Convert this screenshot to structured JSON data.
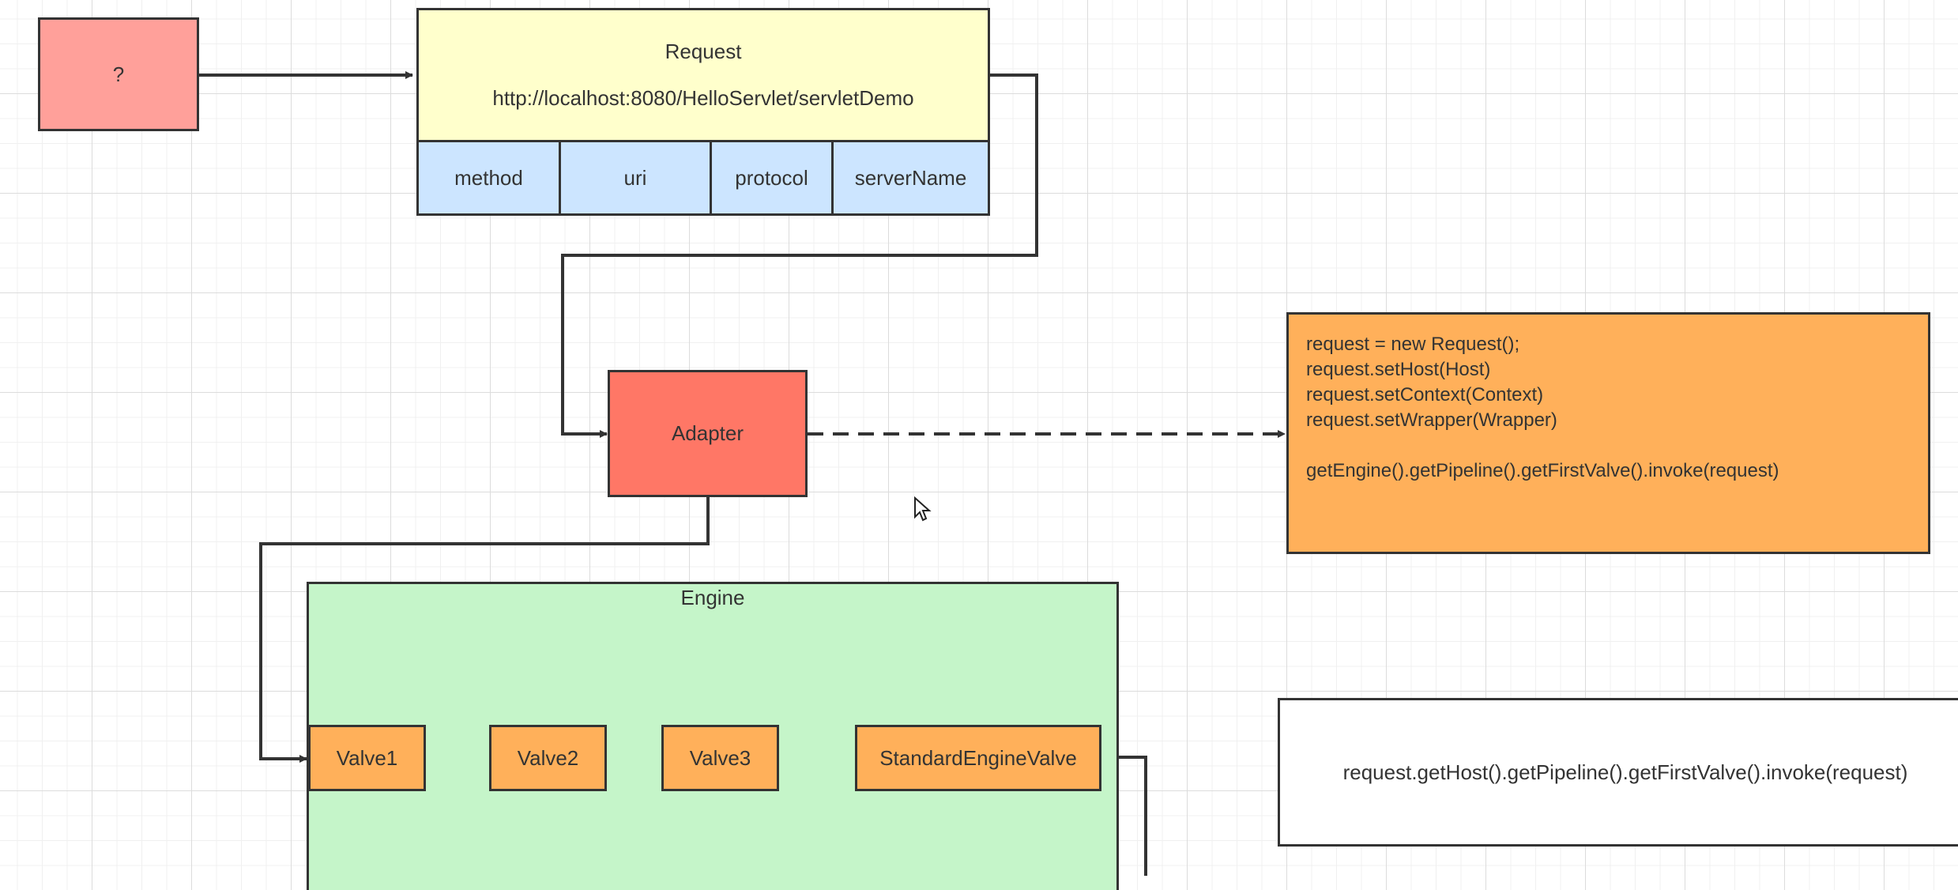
{
  "unknown_box": {
    "label": "?"
  },
  "request": {
    "title": "Request",
    "url": "http://localhost:8080/HelloServlet/servletDemo",
    "fields": [
      "method",
      "uri",
      "protocol",
      "serverName"
    ]
  },
  "adapter": {
    "label": "Adapter"
  },
  "adapter_code": {
    "lines": [
      "request = new Request();",
      "request.setHost(Host)",
      "request.setContext(Context)",
      "request.setWrapper(Wrapper)",
      "",
      "getEngine().getPipeline().getFirstValve().invoke(request)"
    ]
  },
  "engine": {
    "title": "Engine",
    "valves": [
      "Valve1",
      "Valve2",
      "Valve3",
      "StandardEngineValve"
    ]
  },
  "engine_code": {
    "text": "request.getHost().getPipeline().getFirstValve().invoke(request)"
  },
  "colors": {
    "unknown_fill": "#ffa09a",
    "request_fill": "#ffffcc",
    "field_fill": "#cce5ff",
    "adapter_fill": "#ff7766",
    "code_fill": "#ffb05a",
    "engine_fill": "#c5f5c9",
    "valve_fill": "#ffb05a",
    "line": "#333333"
  }
}
